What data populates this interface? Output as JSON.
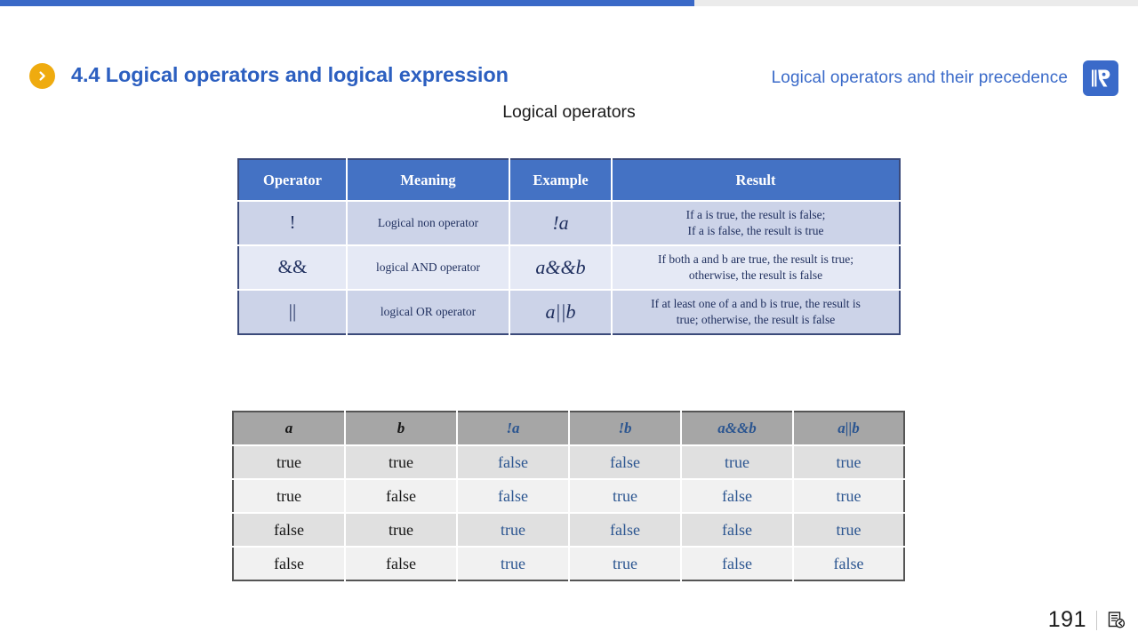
{
  "progress": {
    "percent": 61
  },
  "header": {
    "bullet_icon": "chevron-right-icon",
    "title": "4.4 Logical operators and logical expression",
    "subtitle": "Logical operators and their precedence",
    "logo_icon": "book-r-logo-icon",
    "title_color": "#2c5fc0",
    "accent_color": "#efab0f",
    "brand_color": "#3a6ac9"
  },
  "caption": "Logical operators",
  "operators_table": {
    "headers": [
      "Operator",
      "Meaning",
      "Example",
      "Result"
    ],
    "header_bg": "#4472c4",
    "rows": [
      {
        "operator": "!",
        "meaning": "Logical  non operator",
        "example": "!a",
        "result_line1": "If a is true,  the result  is false;",
        "result_line2": "If a is false,  the result  is true"
      },
      {
        "operator": "&&",
        "meaning": "logical  AND operator",
        "example": "a&&b",
        "result_line1": "If both a and b are true,  the result  is true;",
        "result_line2": "otherwise,  the result  is false"
      },
      {
        "operator": "||",
        "meaning": "logical  OR operator",
        "example": "a||b",
        "result_line1": "If at least  one of a and b is true,  the result  is",
        "result_line2": "true; otherwise,  the result  is false"
      }
    ]
  },
  "truth_table": {
    "headers": [
      "a",
      "b",
      "!a",
      "!b",
      "a&&b",
      "a||b"
    ],
    "header_bg": "#a6a6a6",
    "value_color_ab": "#151515",
    "value_color_expr": "#2b5590",
    "rows": [
      [
        "true",
        "true",
        "false",
        "false",
        "true",
        "true"
      ],
      [
        "true",
        "false",
        "false",
        "true",
        "false",
        "true"
      ],
      [
        "false",
        "true",
        "true",
        "false",
        "false",
        "true"
      ],
      [
        "false",
        "false",
        "true",
        "true",
        "false",
        "false"
      ]
    ]
  },
  "footer": {
    "page_number": "191",
    "icon": "document-back-icon"
  }
}
